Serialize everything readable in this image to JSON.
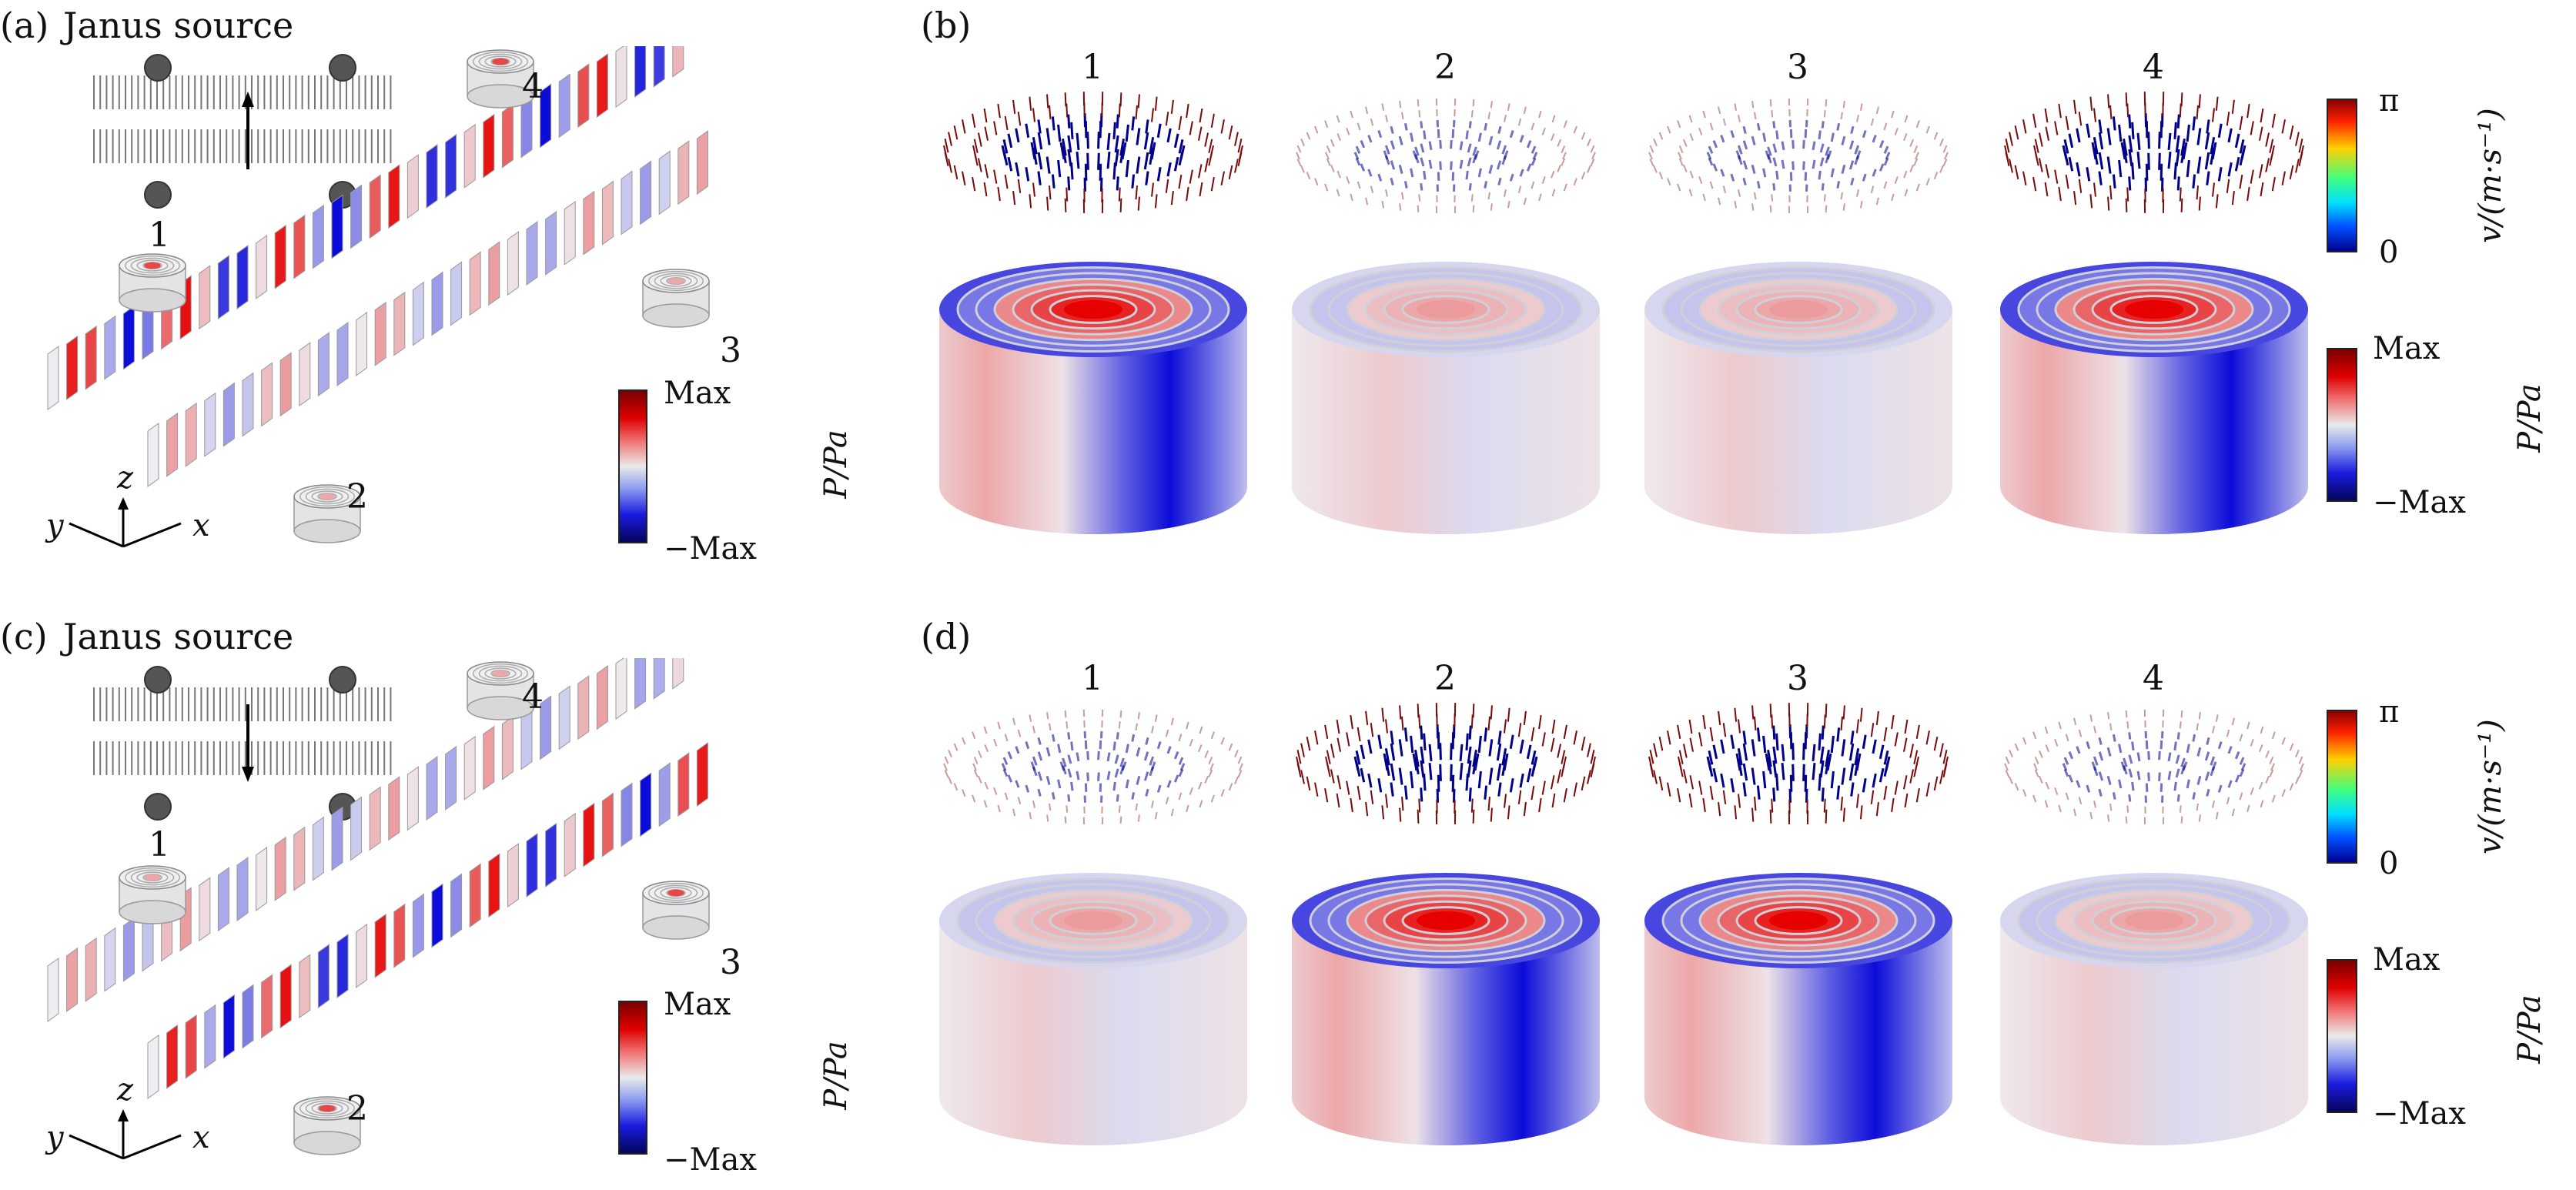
{
  "panels": {
    "a": {
      "label": "(a)",
      "title": "Janus source",
      "direction": "up"
    },
    "b": {
      "label": "(b)"
    },
    "c": {
      "label": "(c)",
      "title": "Janus source",
      "direction": "down"
    },
    "d": {
      "label": "(d)"
    }
  },
  "port_numbers": [
    "1",
    "2",
    "3",
    "4"
  ],
  "axes": {
    "x": "x",
    "y": "y",
    "z": "z"
  },
  "colorbars": {
    "pressure": {
      "max": "Max",
      "min": "−Max",
      "label": "P/Pa"
    },
    "velocity": {
      "max": "π",
      "min": "0",
      "label": "v/(m·s⁻¹)"
    }
  },
  "fields": {
    "b": [
      {
        "port": "1",
        "arrow_strength": 1.0,
        "top_peak": 1.0,
        "side": "dipole"
      },
      {
        "port": "2",
        "arrow_strength": 0.25,
        "top_peak": 0.35,
        "side": "weak"
      },
      {
        "port": "3",
        "arrow_strength": 0.25,
        "top_peak": 0.35,
        "side": "weak"
      },
      {
        "port": "4",
        "arrow_strength": 1.0,
        "top_peak": 1.0,
        "side": "dipole"
      }
    ],
    "d": [
      {
        "port": "1",
        "arrow_strength": 0.25,
        "top_peak": 0.35,
        "side": "weak"
      },
      {
        "port": "2",
        "arrow_strength": 1.0,
        "top_peak": 1.0,
        "side": "dipole"
      },
      {
        "port": "3",
        "arrow_strength": 1.0,
        "top_peak": 1.0,
        "side": "dipole"
      },
      {
        "port": "4",
        "arrow_strength": 0.25,
        "top_peak": 0.35,
        "side": "weak"
      }
    ]
  },
  "colors": {
    "red": "#e60000",
    "blue": "#0000d8",
    "arrow_red": "#7a0a0a",
    "arrow_blue": "#00008a"
  }
}
